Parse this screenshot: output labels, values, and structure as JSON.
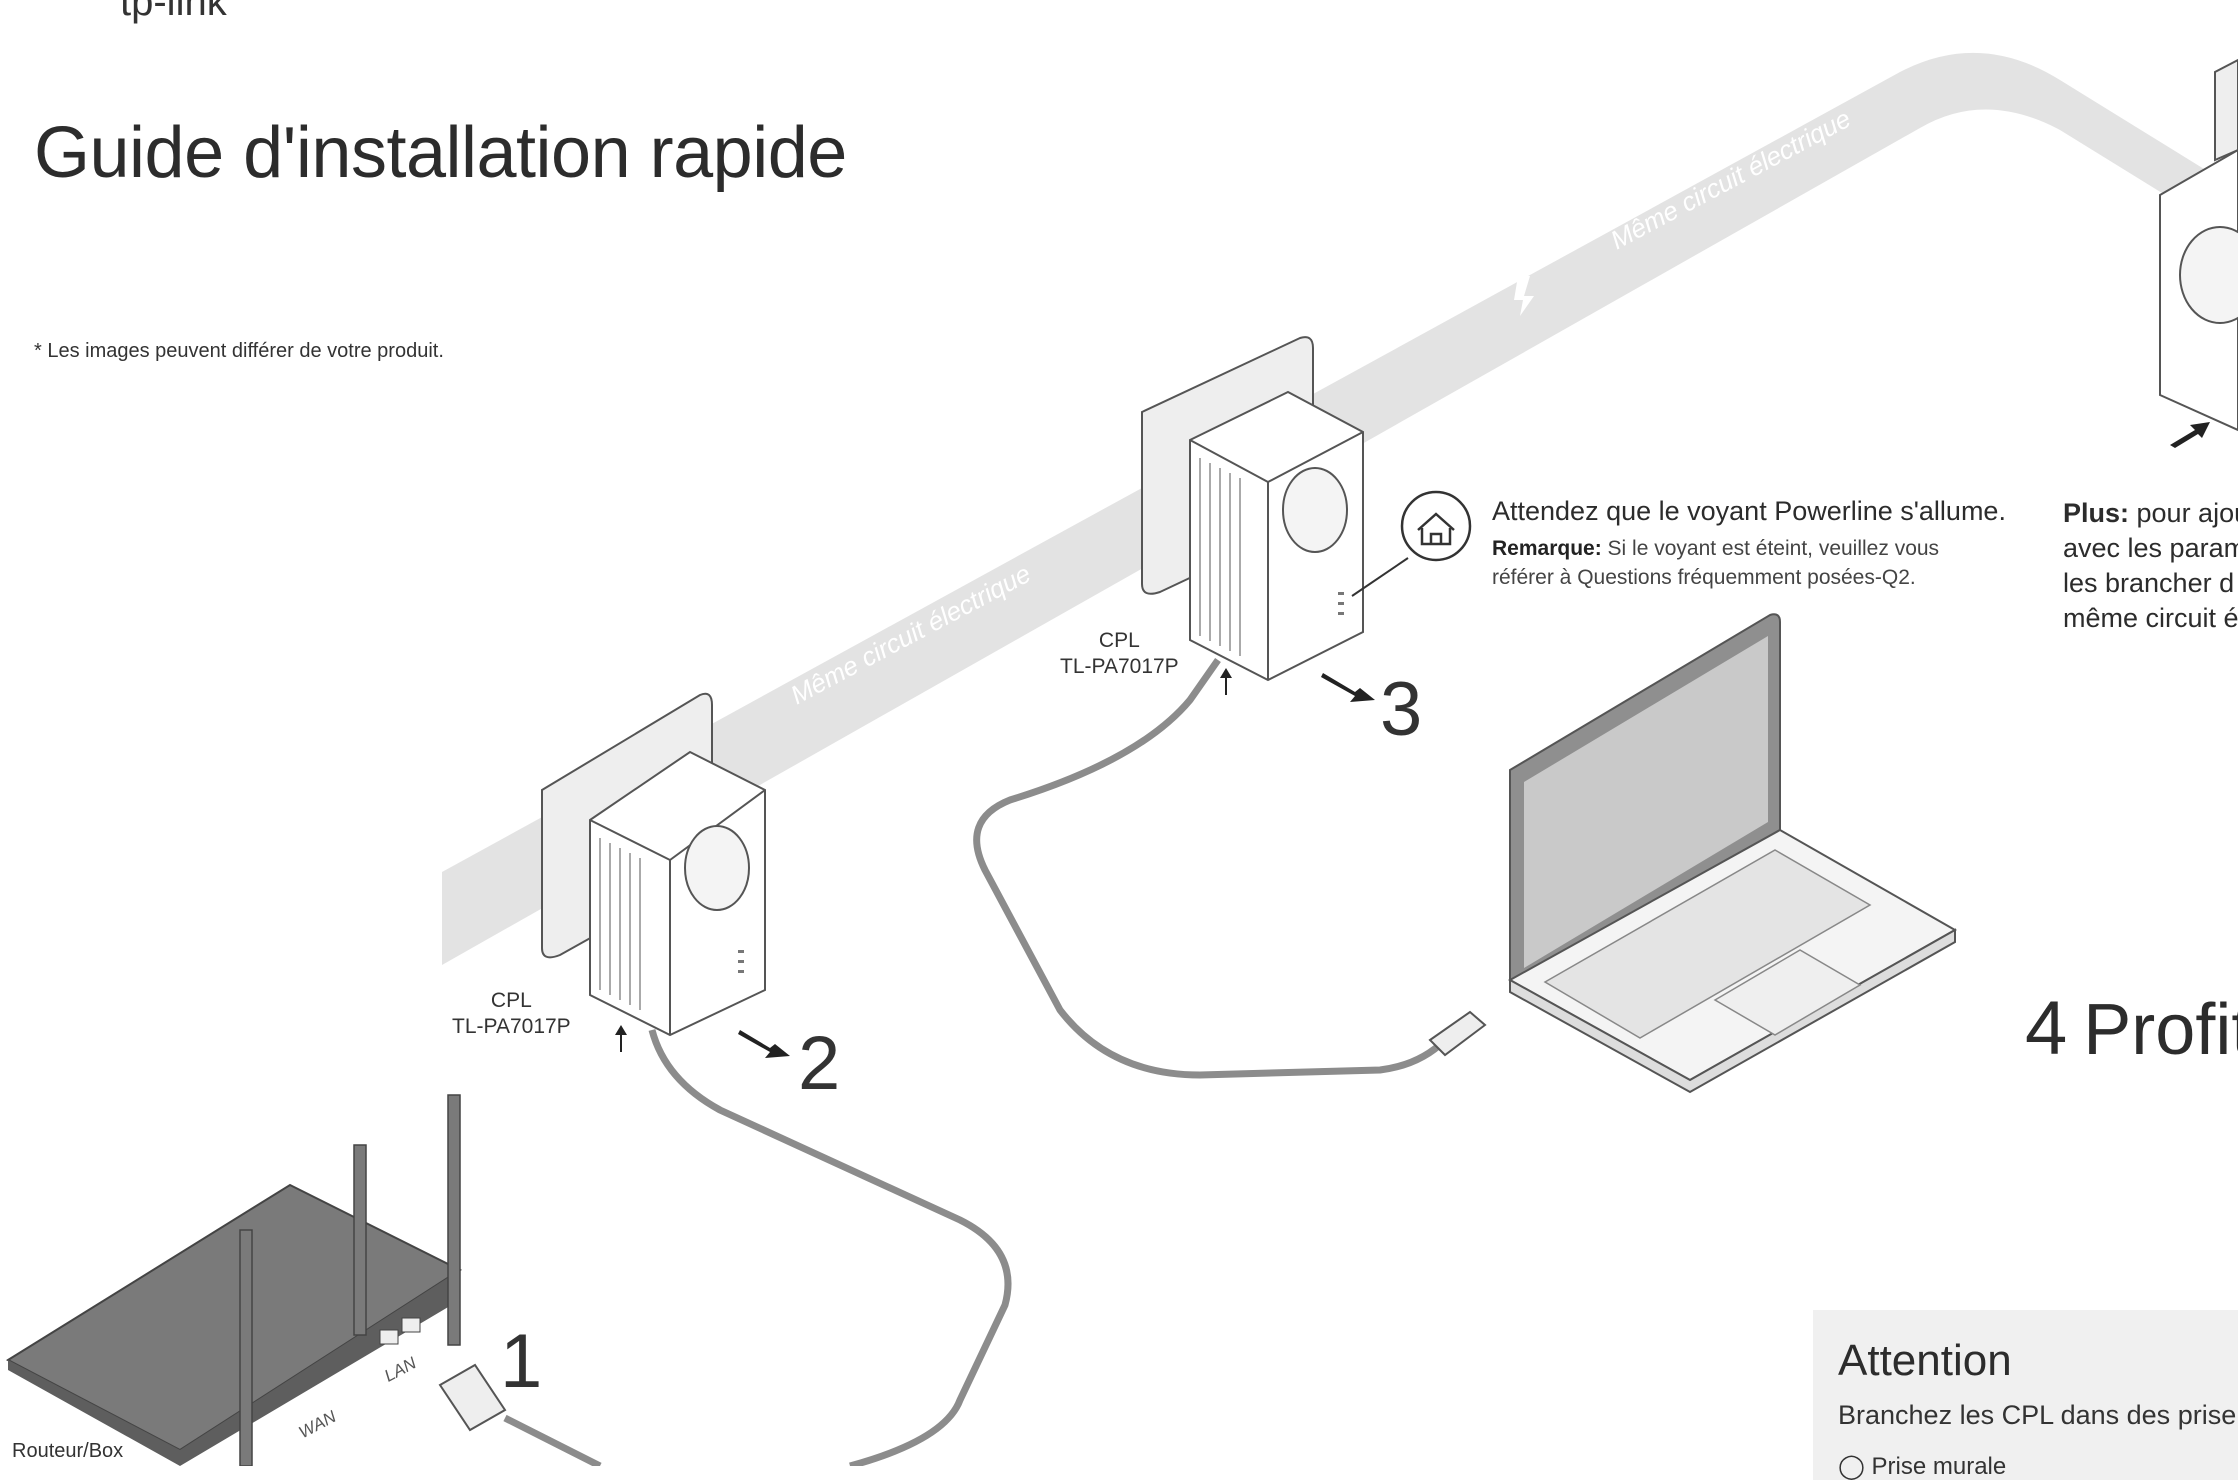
{
  "brand": {
    "logo_text": "tp-link"
  },
  "title": "Guide d'installation rapide",
  "disclaimer": "* Les images peuvent différer de votre produit.",
  "band": {
    "label": "Même circuit électrique"
  },
  "devices": [
    {
      "line1": "CPL",
      "line2": "TL-PA7017P"
    },
    {
      "line1": "CPL",
      "line2": "TL-PA7017P"
    }
  ],
  "router": {
    "label": "Routeur/Box",
    "port_lan": "LAN",
    "port_wan": "WAN"
  },
  "steps": {
    "s1": "1",
    "s2": "2",
    "s3": "3",
    "s4": "4"
  },
  "wait": {
    "main": "Attendez que le voyant Powerline s'allume.",
    "note_label": "Remarque:",
    "note_line1": " Si le voyant est éteint, veuillez vous",
    "note_line2": "référer à Questions fréquemment posées-Q2."
  },
  "plus": {
    "label": "Plus:",
    "line1": " pour ajou",
    "line2": "avec les param",
    "line3": "les brancher d",
    "line4": "même circuit é"
  },
  "enjoy": {
    "text": "Profite"
  },
  "attention": {
    "title": "Attention",
    "text": "Branchez les CPL dans des prise",
    "more": "Prise murale"
  },
  "colors": {
    "band": "#e3e3e3",
    "cable": "#8c8c8c",
    "device": "#ffffff",
    "router": "#7a7a7a",
    "text": "#2c2c2c"
  }
}
